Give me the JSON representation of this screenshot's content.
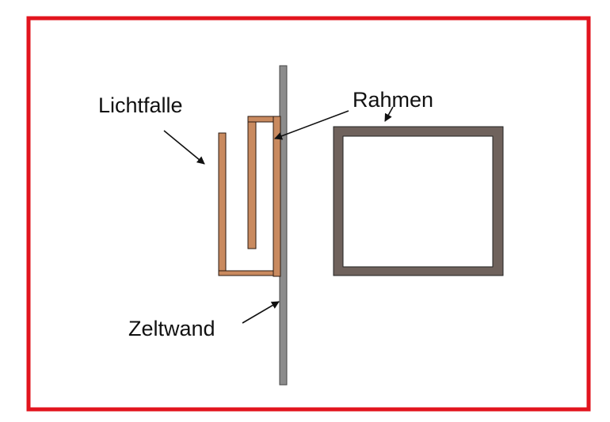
{
  "labels": {
    "light_trap": "Lichtfalle",
    "frame": "Rahmen",
    "tent_wall": "Zeltwand"
  },
  "colors": {
    "border": "#e2141e",
    "wall": "#8c8c8c",
    "wood": "#c98a5f",
    "frame": "#6f625c",
    "outline": "#2a1a10"
  }
}
